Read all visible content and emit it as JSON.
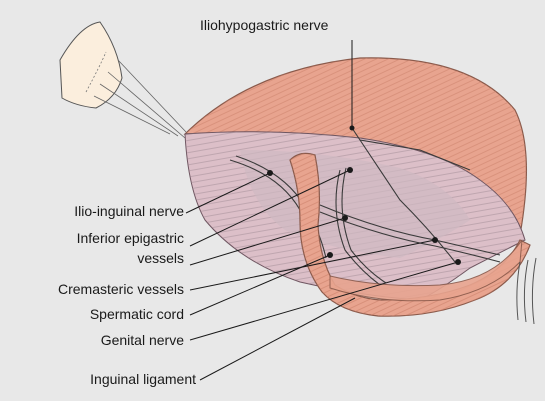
{
  "labels": {
    "iliohypogastric": "Iliohypogastric nerve",
    "ilioinguinal": "Ilio-inguinal nerve",
    "inferior_epigastric_1": "Inferior epigastric",
    "inferior_epigastric_2": "vessels",
    "cremasteric": "Cremasteric vessels",
    "spermatic_cord": "Spermatic cord",
    "genital_nerve": "Genital nerve",
    "inguinal_ligament": "Inguinal ligament"
  },
  "colors": {
    "background": "#e8e8e8",
    "muscle": "#e8a48f",
    "muscle_stroke": "#b86d57",
    "inner_sheet": "#dcbfc8",
    "cavity": "#cfb9c2",
    "skin": "#fbeedd"
  }
}
